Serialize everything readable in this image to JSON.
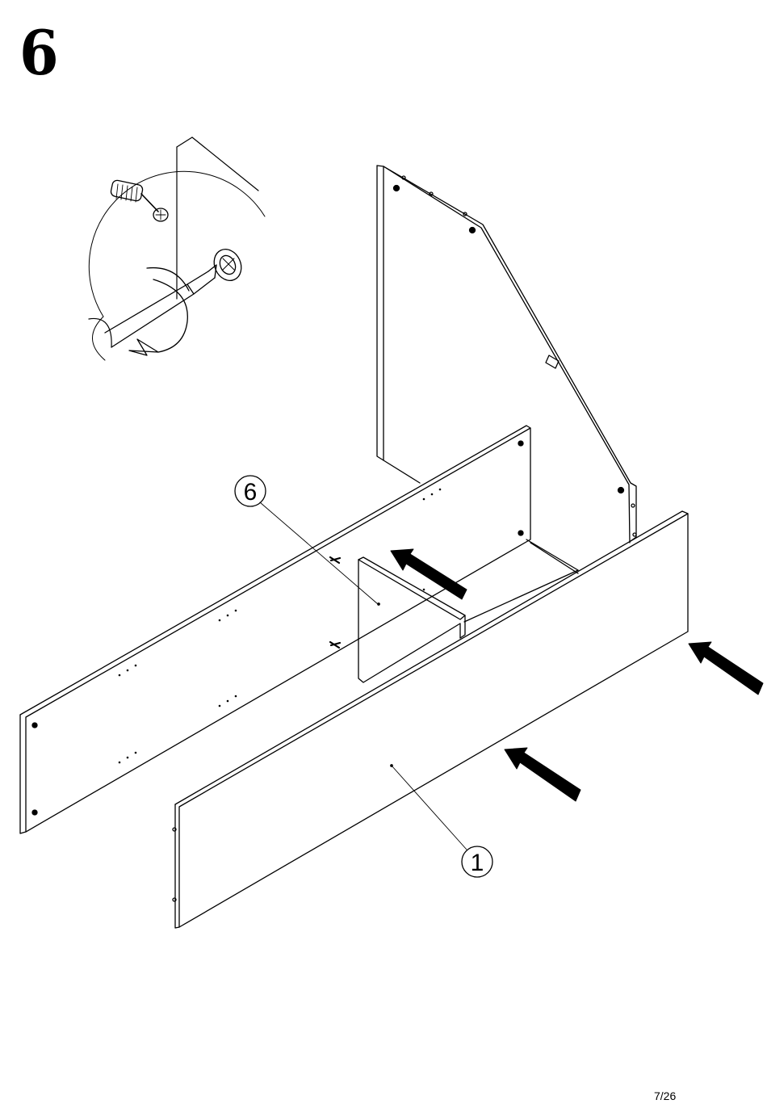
{
  "step": {
    "number": "6"
  },
  "parts": [
    {
      "label": "6"
    },
    {
      "label": "1"
    }
  ],
  "icons": {
    "detail": "cam-lock-tightening-detail-icon",
    "arrow": "push-direction-arrow-icon"
  },
  "footer": {
    "page": "7/26"
  }
}
